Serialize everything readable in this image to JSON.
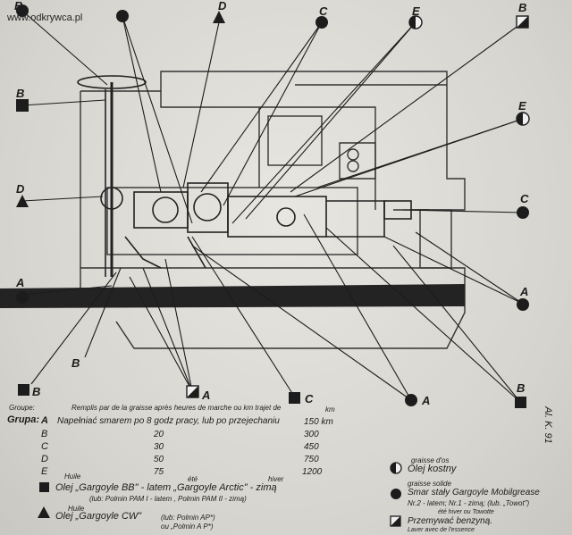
{
  "watermark": "www.odkrywca.pl",
  "callouts": [
    "B",
    "B",
    "D",
    "C",
    "E",
    "B",
    "B",
    "E",
    "D",
    "C",
    "A",
    "A",
    "B",
    "A",
    "C",
    "A",
    "B"
  ],
  "legend": {
    "groupe_header_line1": "Groupe:",
    "groupe_header_line2": "Grupa:",
    "french_header": "Remplis par de la graisse après heures de marche ou km trajet de",
    "km_header": "km",
    "polish_header": "Napełniać smarem po 8 godz pracy, lub po przejechaniu",
    "rows": [
      {
        "group": "A",
        "value": "",
        "km": "150 km"
      },
      {
        "group": "B",
        "value": "20",
        "km": "300"
      },
      {
        "group": "C",
        "value": "30",
        "km": "450"
      },
      {
        "group": "D",
        "value": "50",
        "km": "750"
      },
      {
        "group": "E",
        "value": "75",
        "km": "1200"
      }
    ],
    "huile1": "Huile",
    "ete1": "été",
    "hiver1": "hiver",
    "oil1_main": "Olej „Gargoyle BB\" - latem „Gargoyle Arctic\" - zimą",
    "oil1_sub": "(lub: Polmin PAM I - latem , Polmin PAM II - zimą)",
    "huile2": "Huile",
    "oil2_main": "Olej „Gargoyle CW\"",
    "oil2_sub": "(lub: Polmin AP*)",
    "oil2_sub2": "ou „Polmin A P*)",
    "grease1_fr": "graisse d'os",
    "grease1": "Olej kostny",
    "grease2_fr": "graisse solide",
    "grease2": "Smar stały Gargoyle Mobilgrease",
    "grease2_sub": "Nr.2 - latem; Nr.1 - zimą; (lub. „Towot\")",
    "grease2_tiny": "été   hiver   ou Towotte",
    "petrol": "Przemywać benzyną.",
    "petrol_fr": "Laver avec de l'essence",
    "reference": "Al. K. 91"
  },
  "colors": {
    "paper": "#d9d7d1",
    "ink": "#1c1c1c"
  }
}
